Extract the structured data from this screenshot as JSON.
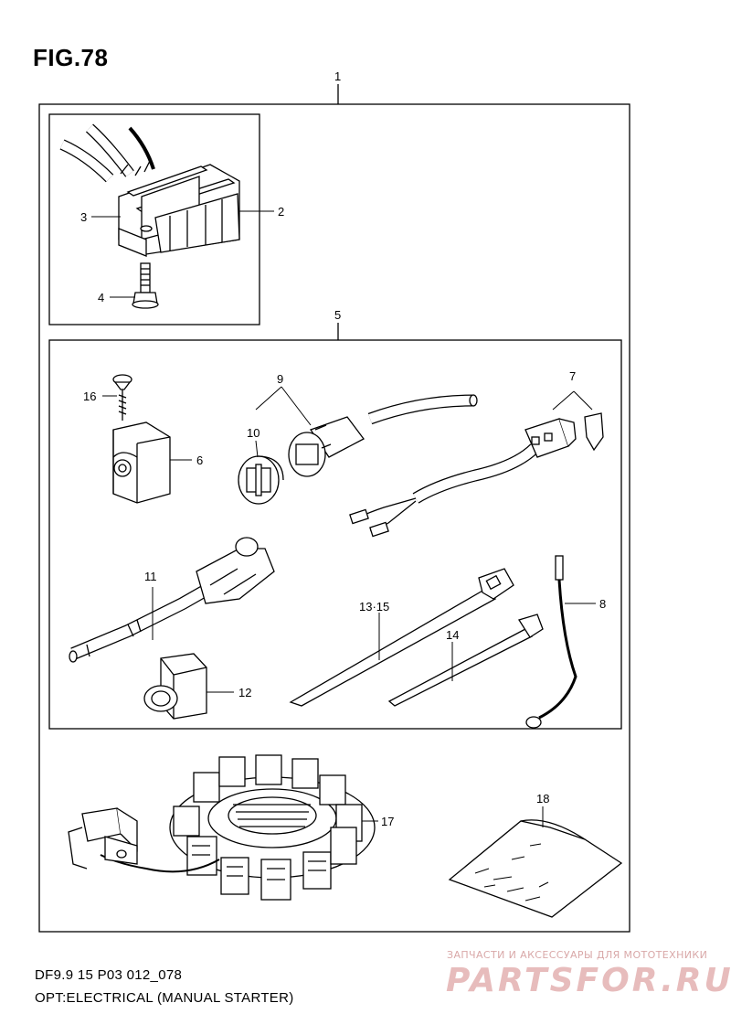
{
  "figure": {
    "title": "FIG.78"
  },
  "callouts": {
    "c1": "1",
    "c2": "2",
    "c3": "3",
    "c4": "4",
    "c5": "5",
    "c6": "6",
    "c7": "7",
    "c8": "8",
    "c9": "9",
    "c10": "10",
    "c11": "11",
    "c12": "12",
    "c13_15": "13·15",
    "c14": "14",
    "c16": "16",
    "c17": "17",
    "c18": "18"
  },
  "footer": {
    "code": "DF9.9 15 P03 012_078",
    "description": "OPT:ELECTRICAL (MANUAL STARTER)"
  },
  "watermark": {
    "tagline": "ЗАПЧАСТИ И АКСЕССУАРЫ ДЛЯ МОТОТЕХНИКИ",
    "brand": "PARTSFOR.RU"
  }
}
